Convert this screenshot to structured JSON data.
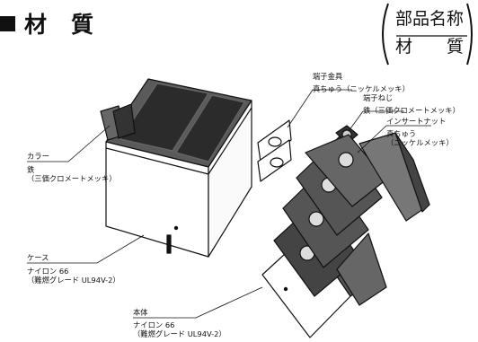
{
  "title": "材　質",
  "legend": {
    "line1": "部品名称",
    "line2": "材　　質"
  },
  "labels": {
    "terminal_fitting": {
      "name": "端子金具",
      "material": "真ちゅう（ニッケルメッキ）"
    },
    "terminal_screw": {
      "name": "端子ねじ",
      "material": "鉄（三価クロメートメッキ）"
    },
    "insert_nut": {
      "name": "インサートナット",
      "material_1": "真ちゅう",
      "material_2": "（ニッケルメッキ）"
    },
    "collar": {
      "name": "カラー",
      "material_1": "鉄",
      "material_2": "（三価クロメートメッキ）"
    },
    "case": {
      "name": "ケース",
      "material_1": "ナイロン 66",
      "material_2": "（難燃グレード UL94V-2）"
    },
    "body": {
      "name": "本体",
      "material_1": "ナイロン 66",
      "material_2": "（難燃グレード UL94V-2）"
    }
  }
}
